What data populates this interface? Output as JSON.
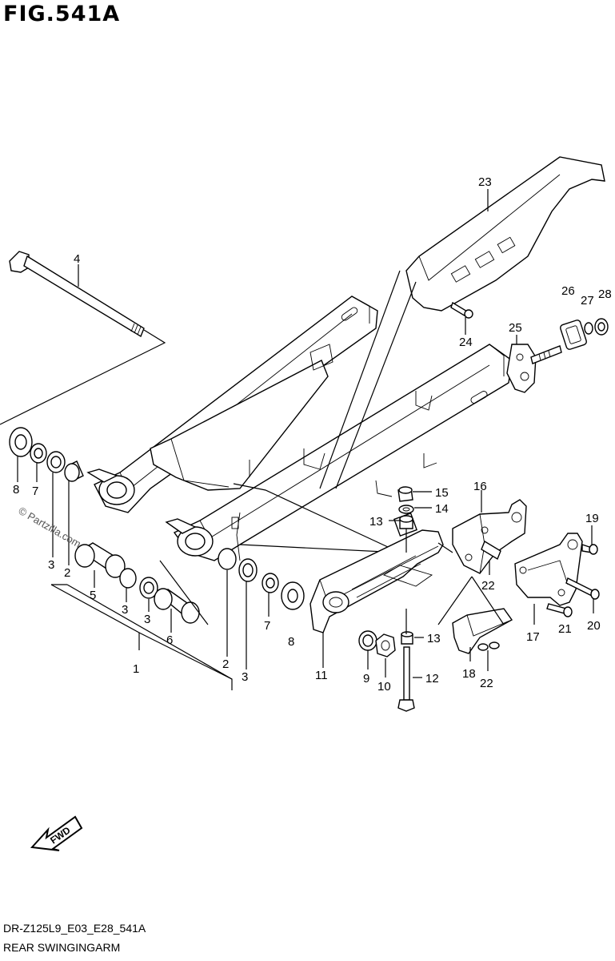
{
  "figure": {
    "title": "FIG.541A"
  },
  "footer": {
    "code": "DR-Z125L9_E03_E28_541A",
    "name": "REAR SWINGINGARM"
  },
  "watermark": "© Partzilla.com",
  "fwd_label": "FWD",
  "callouts": {
    "c1": "1",
    "c2a": "2",
    "c2b": "2",
    "c3a": "3",
    "c3b": "3",
    "c3c": "3",
    "c3d": "3",
    "c4": "4",
    "c5": "5",
    "c6": "6",
    "c7a": "7",
    "c7b": "7",
    "c8a": "8",
    "c8b": "8",
    "c9": "9",
    "c10": "10",
    "c11": "11",
    "c12": "12",
    "c13a": "13",
    "c13b": "13",
    "c14": "14",
    "c15": "15",
    "c16": "16",
    "c17": "17",
    "c18": "18",
    "c19": "19",
    "c20": "20",
    "c21": "21",
    "c22a": "22",
    "c22b": "22",
    "c23": "23",
    "c24": "24",
    "c25": "25",
    "c26": "26",
    "c27": "27",
    "c28": "28"
  }
}
